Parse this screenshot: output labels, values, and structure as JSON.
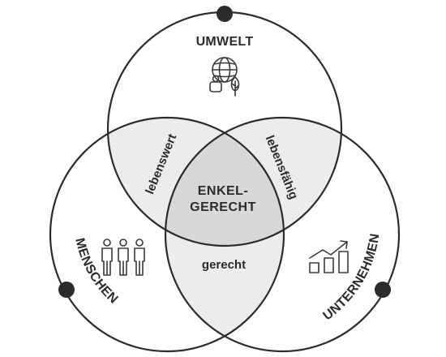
{
  "circles": {
    "top": {
      "label": "UMWELT",
      "icon": "globe-plant-icon"
    },
    "left": {
      "label": "MENSCHEN",
      "icon": "people-icon"
    },
    "right": {
      "label": "UNTERNEHMEN",
      "icon": "growth-chart-icon"
    }
  },
  "overlaps": {
    "top_left": "lebenswert",
    "top_right": "lebensfähig",
    "left_right": "gerecht"
  },
  "center": {
    "line1": "ENKEL-",
    "line2": "GERECHT"
  },
  "colors": {
    "stroke": "#2b2b2b",
    "pair_fill": "#ececec",
    "center_fill": "#d8d8d8"
  }
}
